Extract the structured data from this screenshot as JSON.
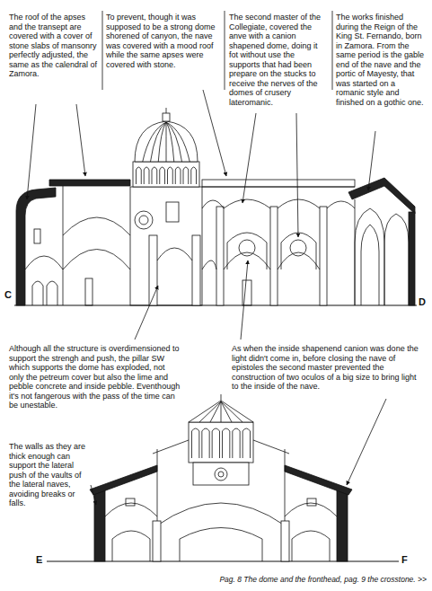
{
  "diagram": {
    "caption": "Pag. 8 The dome and the fronthead, pag. 9 the crosstone. >>",
    "labels": [
      "The roof of the apses and the transept are covered with a cover of stone slabs of mansonry perfectly adjusted, the same as the calendral of Zamora.",
      "To prevent, though it was supposed to be a strong dome shorened of canyon, the nave was covered with a mood roof while the same apses were covered with stone.",
      "The second master of the Collegiate, covered the anve with a canion shapened dome, doing it fot without use the supports that had been prepare on the stucks to receive the nerves of the domes of crusery lateromanic.",
      "The works finished during the Reign of the King St. Fernando, born in Zamora. From the same period is the gable end of the nave and the portic of Mayesty, that was started on a romanic style and finished on a gothic one.",
      "C",
      "D",
      "Although all the structure is overdimensioned to support the strengh and push, the pillar SW which supports the dome has exploded, not only the petreum cover but also the lime and pebble concrete and inside pebble. Eventhough it's not fangerous with the pass of the time can be unestable.",
      "As when the inside shapenend canion was done the light didn't come in, before closing the nave of epistoles the second master prevented the construction of two oculos of a big size to bring light to the inside of the nave.",
      "The walls as they are thick enough can support the lateral push of the vaults of the lateral naves, avoiding breaks or falls.",
      "E",
      "F"
    ]
  }
}
